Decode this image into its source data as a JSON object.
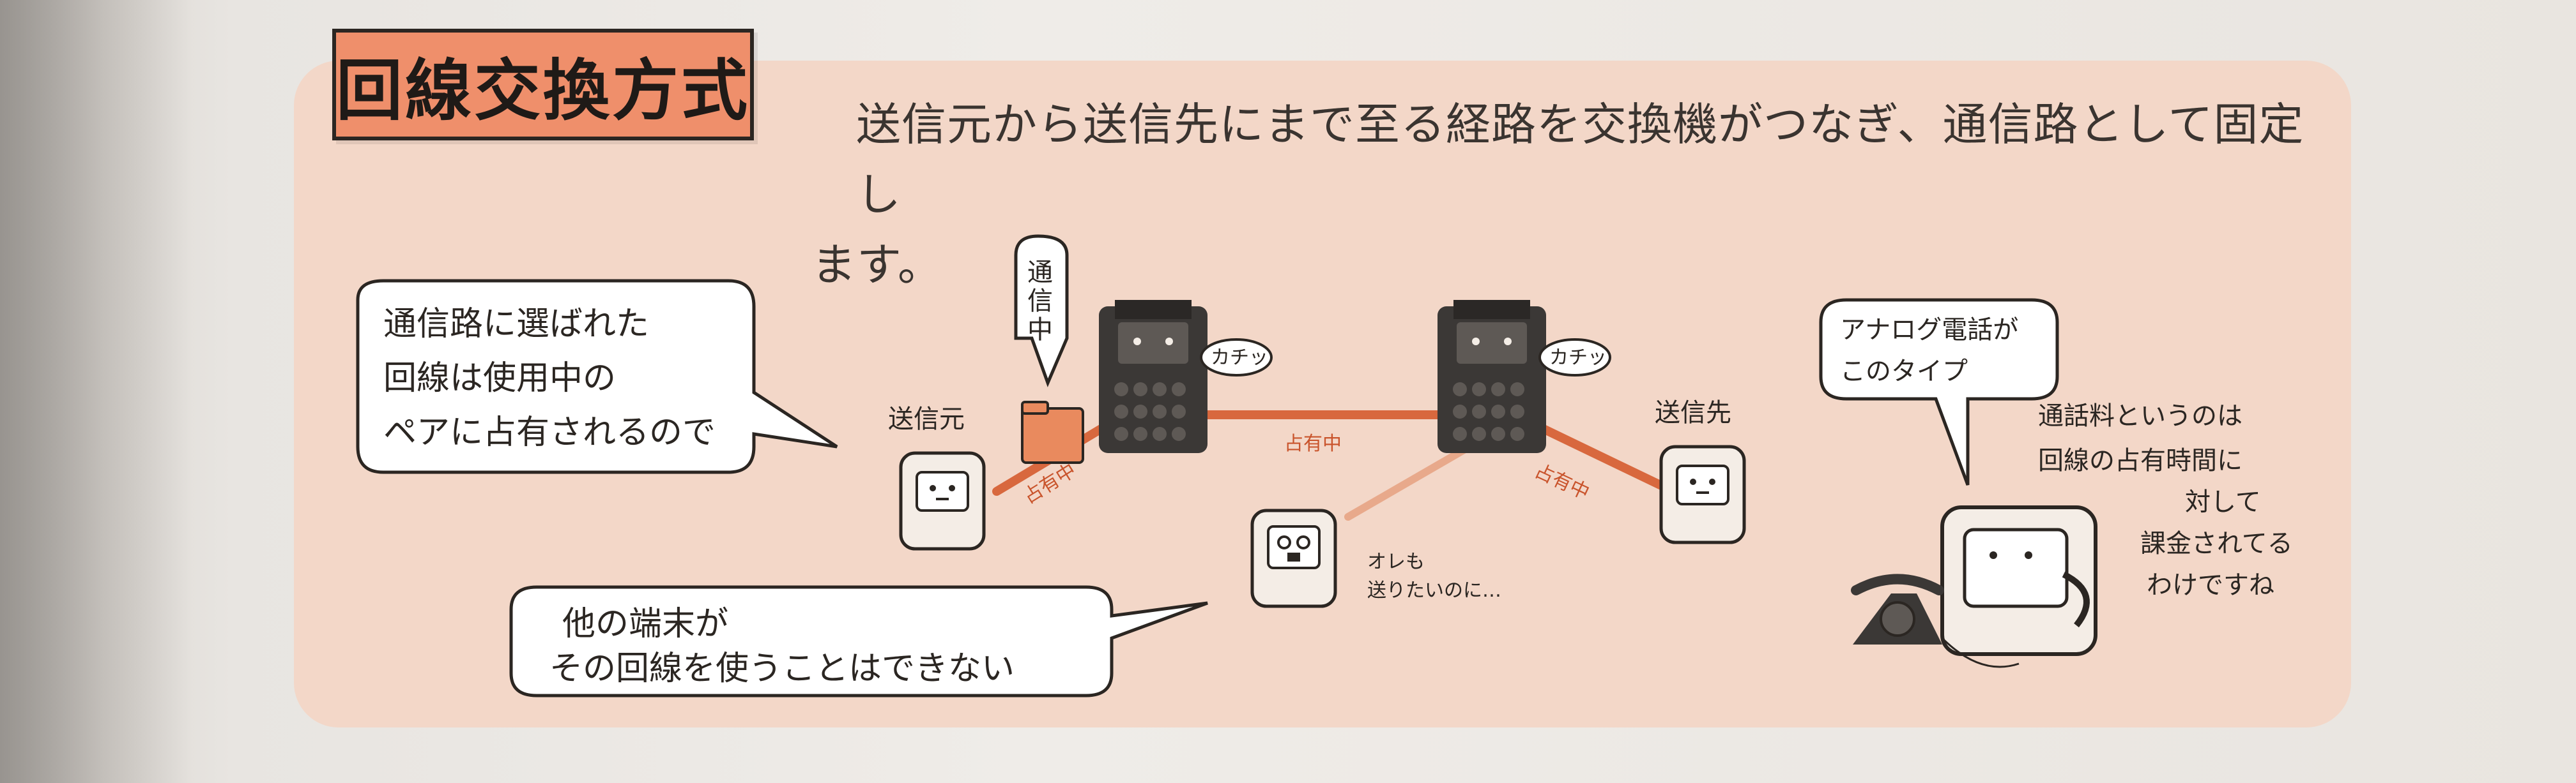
{
  "section_title": "回線交換方式",
  "intro": {
    "line1": "送信元から送信先にまで至る経路を交換機がつなぎ、通信路として固定し",
    "line2": "ます。"
  },
  "diagram": {
    "sender_label": "送信元",
    "receiver_label": "送信先",
    "occupied_label": "占有中",
    "busy_tag": [
      "通",
      "信",
      "中"
    ],
    "switch_sound": "カチッ",
    "other_terminal_line1": "オレも",
    "other_terminal_line2": "送りたいのに…",
    "bubble_left": [
      "通信路に選ばれた",
      "回線は使用中の",
      "ペアに占有されるので"
    ],
    "bubble_bottom": [
      "他の端末が",
      "その回線を使うことはできない"
    ],
    "bubble_right": [
      "アナログ電話が",
      "このタイプ"
    ],
    "phone_note": [
      "通話料というのは",
      "回線の占有時間に",
      "対して",
      "課金されてる",
      "わけですね"
    ]
  },
  "colors": {
    "panel": "#f3d7c8",
    "title_bg": "#ef8f6b",
    "line": "#d8683e",
    "line_light": "#e8a98b",
    "machine": "#3b3836",
    "terminal": "#f4ede6"
  }
}
